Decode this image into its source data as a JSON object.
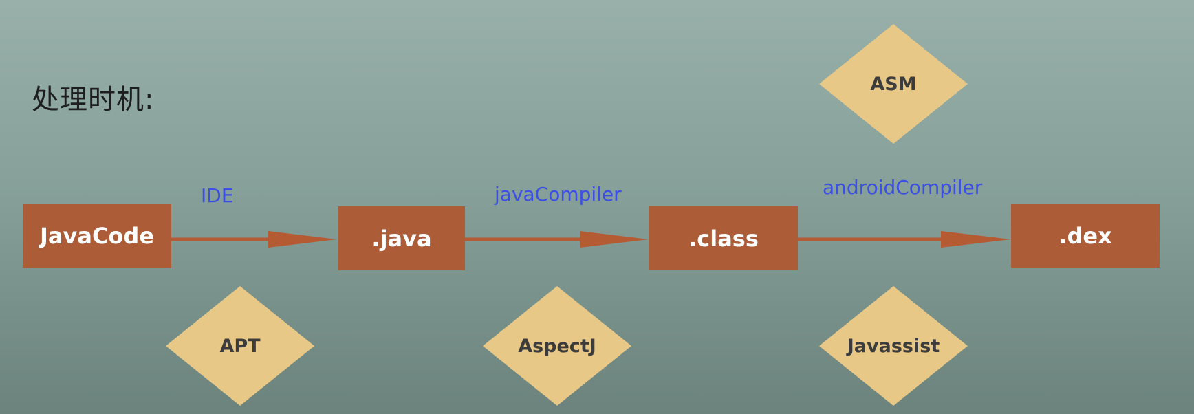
{
  "heading": "处理时机:",
  "colors": {
    "box_fill": "#ad5c38",
    "arrow": "#b45b34",
    "diamond_fill": "#e8c887",
    "label_blue": "#3b4ee6"
  },
  "stages": [
    {
      "id": "javacode",
      "label": "JavaCode"
    },
    {
      "id": "java",
      "label": ".java"
    },
    {
      "id": "class",
      "label": ".class"
    },
    {
      "id": "dex",
      "label": ".dex"
    }
  ],
  "edges": [
    {
      "from": "javacode",
      "to": "java",
      "label": "IDE"
    },
    {
      "from": "java",
      "to": "class",
      "label": "javaCompiler"
    },
    {
      "from": "class",
      "to": "dex",
      "label": "androidCompiler"
    }
  ],
  "tools": [
    {
      "id": "apt",
      "label": "APT"
    },
    {
      "id": "aspectj",
      "label": "AspectJ"
    },
    {
      "id": "javassist",
      "label": "Javassist"
    },
    {
      "id": "asm",
      "label": "ASM"
    }
  ]
}
